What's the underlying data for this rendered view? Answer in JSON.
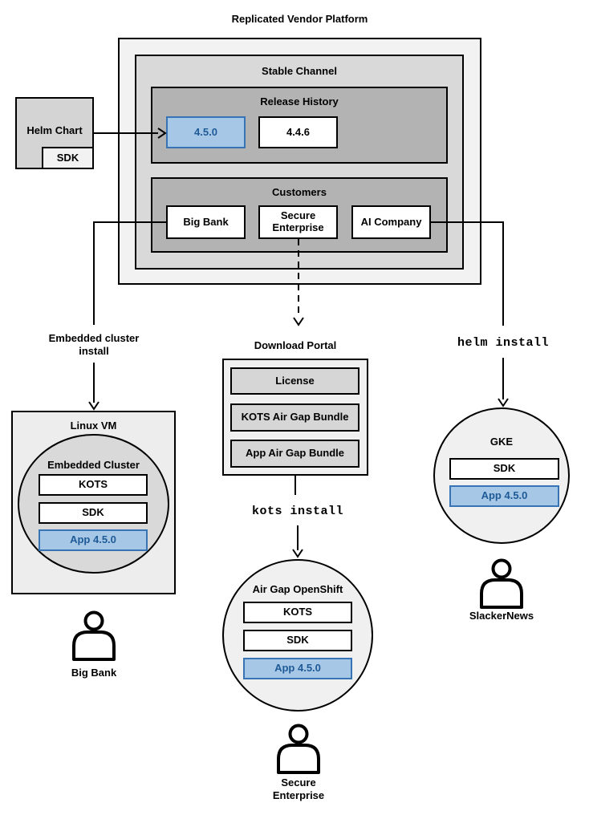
{
  "title": "Replicated Vendor Platform",
  "colors": {
    "highlight_fill": "#a7c7e7",
    "highlight_border": "#3674b5",
    "highlight_text": "#1e5a96",
    "outer_box_fill": "#f2f2f2",
    "channel_fill": "#d9d9d9",
    "section_fill": "#b3b3b3",
    "helm_fill": "#d4d4d4",
    "panel_fill": "#f0f0f0",
    "panel_item_fill": "#d6d6d6",
    "vm_fill": "#ededed",
    "cluster_circle_fill": "#d9d9d9",
    "env_circle_fill": "#f0f0f0",
    "line_color": "#000000"
  },
  "stable_channel": {
    "label": "Stable Channel",
    "release_history": {
      "label": "Release History",
      "releases": [
        {
          "version": "4.5.0",
          "highlighted": true
        },
        {
          "version": "4.4.6",
          "highlighted": false
        }
      ]
    },
    "customers": {
      "label": "Customers",
      "items": [
        {
          "name": "Big Bank"
        },
        {
          "name": "Secure Enterprise"
        },
        {
          "name": "AI Company"
        }
      ]
    }
  },
  "helm_chart": {
    "label": "Helm Chart",
    "sdk": "SDK"
  },
  "left_flow": {
    "arrow_label": "Embedded cluster install",
    "vm": {
      "label": "Linux VM",
      "cluster": {
        "label": "Embedded Cluster",
        "components": [
          "KOTS",
          "SDK"
        ],
        "app": "App 4.5.0"
      }
    },
    "user": "Big Bank"
  },
  "middle_flow": {
    "portal": {
      "label": "Download Portal",
      "items": [
        "License",
        "KOTS Air Gap Bundle",
        "App Air Gap Bundle"
      ]
    },
    "arrow_label": "kots install",
    "cluster": {
      "label": "Air Gap OpenShift",
      "components": [
        "KOTS",
        "SDK"
      ],
      "app": "App 4.5.0"
    },
    "user": "Secure Enterprise"
  },
  "right_flow": {
    "arrow_label": "helm install",
    "cluster": {
      "label": "GKE",
      "components": [
        "SDK"
      ],
      "app": "App 4.5.0"
    },
    "user": "SlackerNews"
  }
}
